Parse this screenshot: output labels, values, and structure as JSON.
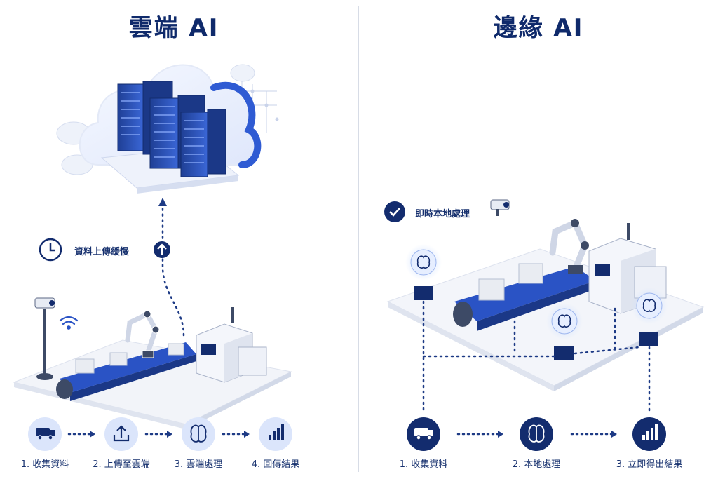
{
  "cloud": {
    "title": "雲端 AI",
    "note": "資料上傳緩慢",
    "steps": [
      {
        "label": "1. 收集資料",
        "icon": "truck-icon"
      },
      {
        "label": "2. 上傳至雲端",
        "icon": "upload-icon"
      },
      {
        "label": "3. 雲端處理",
        "icon": "brain-icon"
      },
      {
        "label": "4. 回傳結果",
        "icon": "bar-chart-icon"
      }
    ]
  },
  "edge": {
    "title": "邊緣 AI",
    "note": "即時本地處理",
    "steps": [
      {
        "label": "1. 收集資料",
        "icon": "truck-icon"
      },
      {
        "label": "2. 本地處理",
        "icon": "brain-icon"
      },
      {
        "label": "3. 立即得出結果",
        "icon": "bar-chart-icon"
      }
    ]
  },
  "colors": {
    "navy": "#0f2a6b",
    "blue": "#2a53c5",
    "light_blue": "#dbe5fb",
    "platform": "#eef1f7"
  }
}
